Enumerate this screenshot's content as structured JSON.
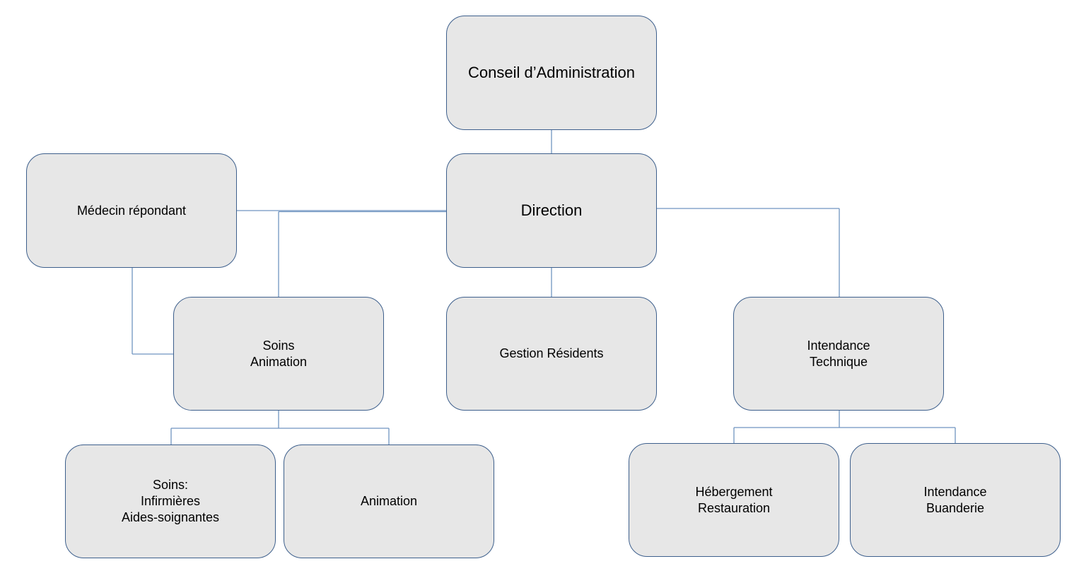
{
  "org_chart": {
    "conseil": {
      "label": "Conseil d’Administration"
    },
    "direction": {
      "label": "Direction"
    },
    "medecin": {
      "label": "Médecin répondant"
    },
    "soins_animation": {
      "label": "Soins\nAnimation"
    },
    "gestion_residents": {
      "label": "Gestion Résidents"
    },
    "intendance_technique": {
      "label": "Intendance\nTechnique"
    },
    "soins_infirmieres": {
      "label": "Soins:\nInfirmières\nAides-soignantes"
    },
    "animation": {
      "label": "Animation"
    },
    "hebergement_restauration": {
      "label": "Hébergement\nRestauration"
    },
    "intendance_buanderie": {
      "label": "Intendance\nBuanderie"
    }
  },
  "colors": {
    "box_fill": "#e7e7e7",
    "box_border": "#3d5f8c",
    "connector": "#6f94c0"
  }
}
